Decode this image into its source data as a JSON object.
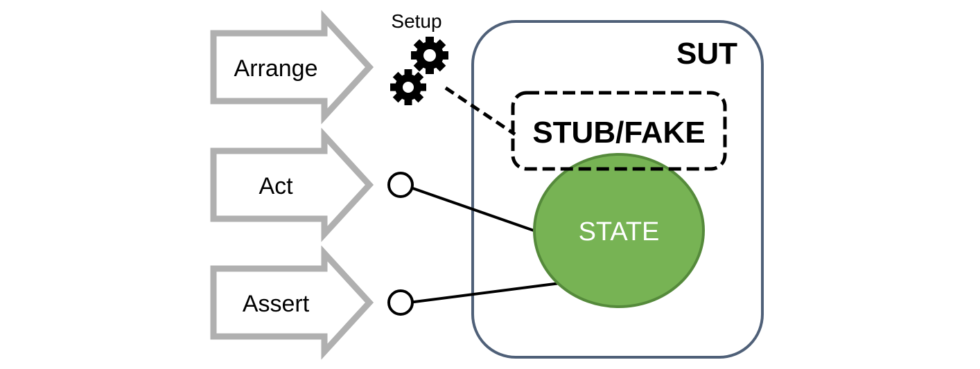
{
  "phases": [
    {
      "label": "Arrange"
    },
    {
      "label": "Act"
    },
    {
      "label": "Assert"
    }
  ],
  "setup": {
    "label": "Setup",
    "icon": "gears-icon"
  },
  "sut": {
    "label": "SUT"
  },
  "stub": {
    "label": "STUB/FAKE"
  },
  "state": {
    "label": "STATE"
  },
  "colors": {
    "arrow_outline": "#b0b0b0",
    "sut_border": "#4f6078",
    "state_fill": "#77b354",
    "state_border": "#558a3b",
    "state_text": "#ffffff",
    "text": "#000000"
  }
}
